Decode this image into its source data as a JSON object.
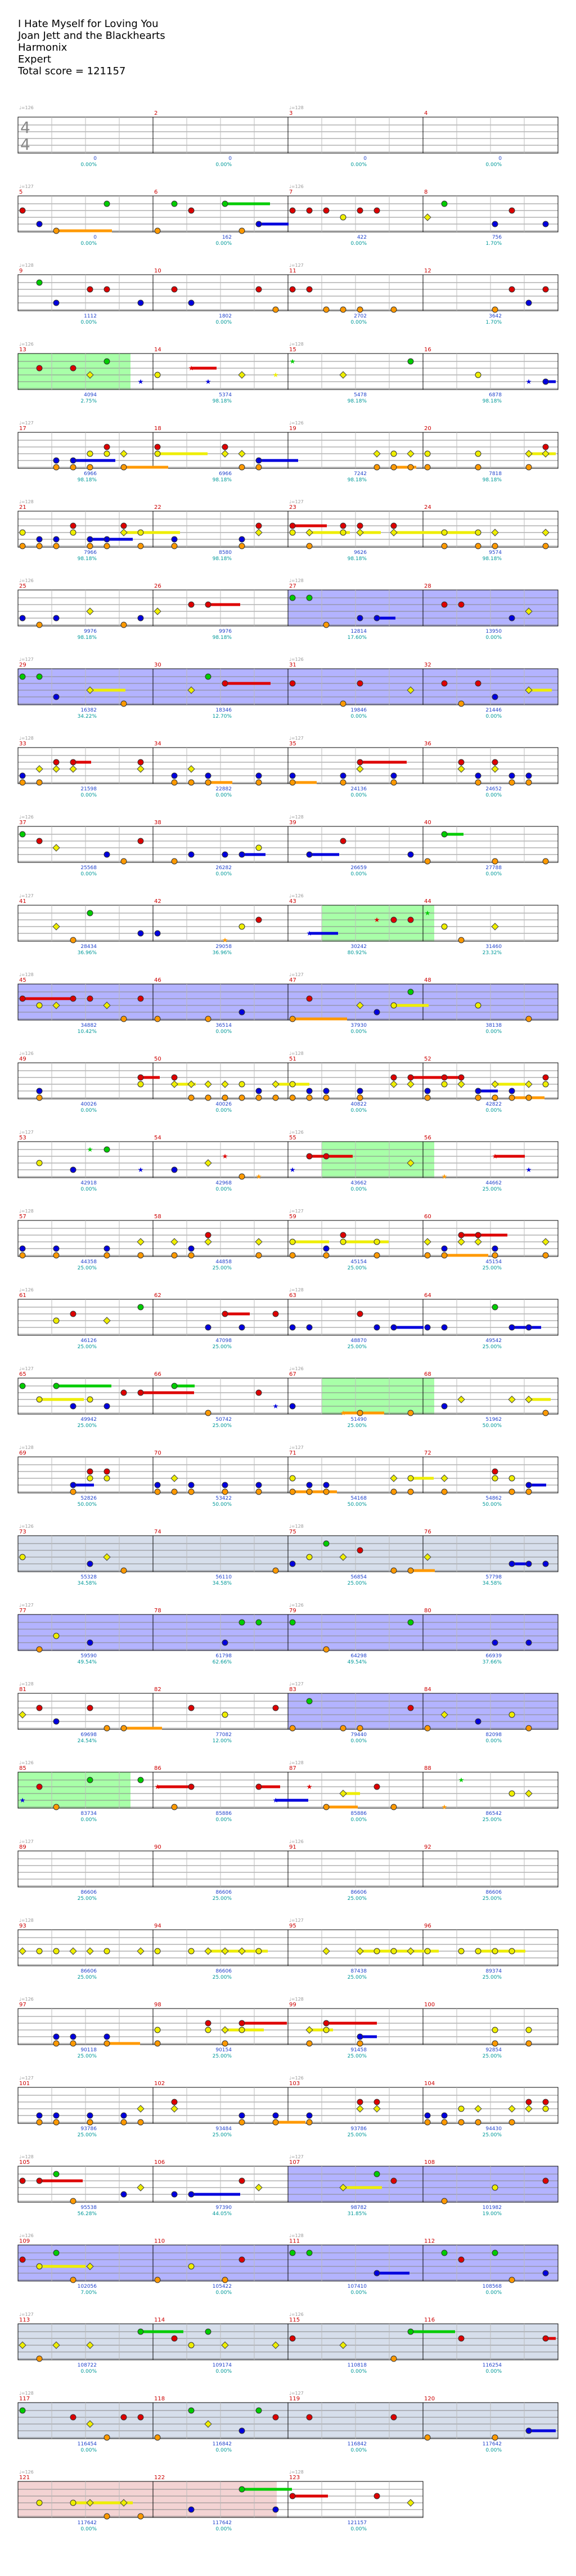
{
  "song": {
    "title": "I Hate Myself for Loving You",
    "artist": "Joan Jett and the Blackhearts",
    "game": "Harmonix",
    "difficulty": "Expert",
    "total_score": "Total score = 121157"
  },
  "colors": {
    "green": "#00cc00",
    "red": "#dd0000",
    "yellow": "#eeee00",
    "blue": "#0000dd",
    "orange": "#ff9900",
    "overdrive": "#9999ff",
    "solo": "#99ff99",
    "bpm": "#999999",
    "measure_number": "#cc0000",
    "score": "#2244cc",
    "percent": "#009999"
  },
  "time_signature": [
    "4",
    "4"
  ],
  "bpm_labels": [
    "♩=126",
    "♩=127",
    "♩=128"
  ],
  "rows": [
    {
      "measures": [
        "",
        "2",
        "3",
        "4"
      ],
      "scores": [
        "0",
        "0",
        "0",
        "0"
      ],
      "percents": [
        "0.00%",
        "0.00%",
        "0.00%",
        "0.00%"
      ],
      "notes": "none"
    },
    {
      "measures": [
        "5",
        "6",
        "7",
        "8"
      ],
      "scores": [
        "0",
        "162",
        "422",
        "756"
      ],
      "percents": [
        "0.00%",
        "0.00%",
        "0.00%",
        "1.70%"
      ],
      "notes": "verse"
    },
    {
      "measures": [
        "9",
        "10",
        "11",
        "12"
      ],
      "scores": [
        "1112",
        "1802",
        "2702",
        "3642"
      ],
      "percents": [
        "0.00%",
        "0.00%",
        "0.00%",
        "1.70%"
      ],
      "notes": "verse"
    },
    {
      "measures": [
        "13",
        "14",
        "15",
        "16"
      ],
      "scores": [
        "4094",
        "5374",
        "5478",
        "6878"
      ],
      "percents": [
        "2.75%",
        "98.18%",
        "98.18%",
        "98.18%"
      ],
      "notes": "solo"
    },
    {
      "measures": [
        "17",
        "18",
        "19",
        "20"
      ],
      "scores": [
        "6966",
        "6966",
        "7242",
        "7818"
      ],
      "percents": [
        "98.18%",
        "98.18%",
        "98.18%",
        "98.18%"
      ],
      "notes": "chords"
    },
    {
      "measures": [
        "21",
        "22",
        "23",
        "24"
      ],
      "scores": [
        "7966",
        "8580",
        "9626",
        "9574"
      ],
      "percents": [
        "98.18%",
        "98.18%",
        "98.18%",
        "98.18%"
      ],
      "notes": "chords"
    },
    {
      "measures": [
        "25",
        "26",
        "27",
        "28"
      ],
      "scores": [
        "9976",
        "9976",
        "12814",
        "13950"
      ],
      "percents": [
        "98.18%",
        "98.18%",
        "17.60%",
        "0.00%"
      ],
      "notes": "od"
    },
    {
      "measures": [
        "29",
        "30",
        "31",
        "32"
      ],
      "scores": [
        "16382",
        "18346",
        "19846",
        "21446"
      ],
      "percents": [
        "34.22%",
        "12.70%",
        "0.00%",
        "0.00%"
      ],
      "notes": "od"
    },
    {
      "measures": [
        "33",
        "34",
        "35",
        "36"
      ],
      "scores": [
        "21598",
        "22882",
        "24136",
        "24652"
      ],
      "percents": [
        "0.00%",
        "0.00%",
        "0.00%",
        "0.00%"
      ],
      "notes": "chords"
    },
    {
      "measures": [
        "37",
        "38",
        "39",
        "40"
      ],
      "scores": [
        "25568",
        "26282",
        "26659",
        "27788"
      ],
      "percents": [
        "0.00%",
        "0.00%",
        "0.00%",
        "0.00%"
      ],
      "notes": "mixed"
    },
    {
      "measures": [
        "41",
        "42",
        "43",
        "44"
      ],
      "scores": [
        "28434",
        "29058",
        "30242",
        "31460"
      ],
      "percents": [
        "36.96%",
        "36.96%",
        "80.92%",
        "23.32%"
      ],
      "notes": "solo"
    },
    {
      "measures": [
        "45",
        "46",
        "47",
        "48"
      ],
      "scores": [
        "34882",
        "36514",
        "37930",
        "38138"
      ],
      "percents": [
        "10.42%",
        "0.00%",
        "0.00%",
        "0.00%"
      ],
      "notes": "od"
    },
    {
      "measures": [
        "49",
        "50",
        "51",
        "52"
      ],
      "scores": [
        "40026",
        "40026",
        "40822",
        "42822"
      ],
      "percents": [
        "0.00%",
        "0.00%",
        "0.00%",
        "0.00%"
      ],
      "notes": "chords"
    },
    {
      "measures": [
        "53",
        "54",
        "55",
        "56"
      ],
      "scores": [
        "42918",
        "42968",
        "43662",
        "44662"
      ],
      "percents": [
        "0.00%",
        "0.00%",
        "0.00%",
        "25.00%"
      ],
      "notes": "solo"
    },
    {
      "measures": [
        "57",
        "58",
        "59",
        "60"
      ],
      "scores": [
        "44358",
        "44858",
        "45154",
        "45154"
      ],
      "percents": [
        "25.00%",
        "25.00%",
        "25.00%",
        "25.00%"
      ],
      "notes": "chords"
    },
    {
      "measures": [
        "61",
        "62",
        "63",
        "64"
      ],
      "scores": [
        "46126",
        "47098",
        "48870",
        "49542"
      ],
      "percents": [
        "25.00%",
        "25.00%",
        "25.00%",
        "25.00%"
      ],
      "notes": "mixed"
    },
    {
      "measures": [
        "65",
        "66",
        "67",
        "68"
      ],
      "scores": [
        "49942",
        "50742",
        "51490",
        "51962"
      ],
      "percents": [
        "25.00%",
        "25.00%",
        "25.00%",
        "50.00%"
      ],
      "notes": "solo"
    },
    {
      "measures": [
        "69",
        "70",
        "71",
        "72"
      ],
      "scores": [
        "52826",
        "53422",
        "54168",
        "54862"
      ],
      "percents": [
        "50.00%",
        "50.00%",
        "50.00%",
        "50.00%"
      ],
      "notes": "chords"
    },
    {
      "measures": [
        "73",
        "74",
        "75",
        "76"
      ],
      "scores": [
        "55328",
        "56110",
        "56854",
        "57798"
      ],
      "percents": [
        "34.58%",
        "34.58%",
        "25.00%",
        "34.58%"
      ],
      "notes": "slate"
    },
    {
      "measures": [
        "77",
        "78",
        "79",
        "80"
      ],
      "scores": [
        "59590",
        "61798",
        "64298",
        "66939"
      ],
      "percents": [
        "49.54%",
        "62.66%",
        "49.54%",
        "37.66%"
      ],
      "notes": "od"
    },
    {
      "measures": [
        "81",
        "82",
        "83",
        "84"
      ],
      "scores": [
        "69698",
        "77082",
        "79440",
        "82098"
      ],
      "percents": [
        "24.54%",
        "12.00%",
        "0.00%",
        "0.00%"
      ],
      "notes": "od"
    },
    {
      "measures": [
        "85",
        "86",
        "87",
        "88"
      ],
      "scores": [
        "83734",
        "85886",
        "85886",
        "86542"
      ],
      "percents": [
        "0.00%",
        "0.00%",
        "0.00%",
        "25.00%"
      ],
      "notes": "solo"
    },
    {
      "measures": [
        "89",
        "90",
        "91",
        "92"
      ],
      "scores": [
        "86606",
        "86606",
        "86606",
        "86606"
      ],
      "percents": [
        "25.00%",
        "25.00%",
        "25.00%",
        "25.00%"
      ],
      "notes": "none"
    },
    {
      "measures": [
        "93",
        "94",
        "95",
        "96"
      ],
      "scores": [
        "86606",
        "86606",
        "87438",
        "89374"
      ],
      "percents": [
        "25.00%",
        "25.00%",
        "25.00%",
        "25.00%"
      ],
      "notes": "run"
    },
    {
      "measures": [
        "97",
        "98",
        "99",
        "100"
      ],
      "scores": [
        "90118",
        "90154",
        "91458",
        "92854"
      ],
      "percents": [
        "25.00%",
        "25.00%",
        "25.00%",
        "25.00%"
      ],
      "notes": "chords"
    },
    {
      "measures": [
        "101",
        "102",
        "103",
        "104"
      ],
      "scores": [
        "93786",
        "93484",
        "93786",
        "94430"
      ],
      "percents": [
        "25.00%",
        "25.00%",
        "25.00%",
        "25.00%"
      ],
      "notes": "chords"
    },
    {
      "measures": [
        "105",
        "106",
        "107",
        "108"
      ],
      "scores": [
        "95538",
        "97390",
        "98782",
        "101982"
      ],
      "percents": [
        "56.28%",
        "44.05%",
        "31.85%",
        "19.00%"
      ],
      "notes": "od"
    },
    {
      "measures": [
        "109",
        "110",
        "111",
        "112"
      ],
      "scores": [
        "102056",
        "105422",
        "107410",
        "108568"
      ],
      "percents": [
        "7.00%",
        "0.00%",
        "0.00%",
        "0.00%"
      ],
      "notes": "od"
    },
    {
      "measures": [
        "113",
        "114",
        "115",
        "116"
      ],
      "scores": [
        "108722",
        "109174",
        "110818",
        "116254"
      ],
      "percents": [
        "0.00%",
        "0.00%",
        "0.00%",
        "0.00%"
      ],
      "notes": "slate"
    },
    {
      "measures": [
        "117",
        "118",
        "119",
        "120"
      ],
      "scores": [
        "116454",
        "116842",
        "116842",
        "117642"
      ],
      "percents": [
        "0.00%",
        "0.00%",
        "0.00%",
        "0.00%"
      ],
      "notes": "slate"
    },
    {
      "measures": [
        "121",
        "122",
        "123",
        ""
      ],
      "scores": [
        "117642",
        "117642",
        "121157",
        ""
      ],
      "percents": [
        "0.00%",
        "0.00%",
        "0.00%",
        ""
      ],
      "notes": "end"
    }
  ]
}
